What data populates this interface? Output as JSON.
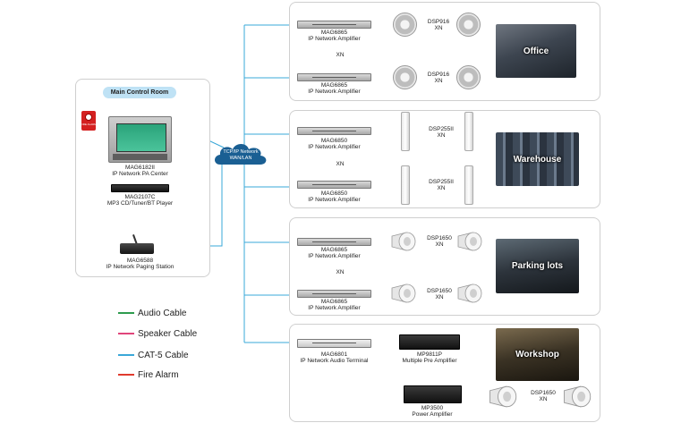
{
  "main_room": {
    "title": "Main Control Room"
  },
  "devices": {
    "pa_center_model": "MAG6182II",
    "pa_center_desc": "IP Network PA Center",
    "cd_player_model": "MAG2107C",
    "cd_player_desc": "MP3 CD/Tuner/BT Player",
    "paging_model": "MAG6588",
    "paging_desc": "IP Network Paging Station",
    "alarm_text": "FIRE ALARM"
  },
  "network": {
    "line1": "TCP/IP Network",
    "line2": "WAN/LAN"
  },
  "zones": [
    {
      "photo_label": "Office",
      "amp1_model": "MAG6865",
      "amp1_desc": "IP Network Amplifier",
      "amp2_model": "MAG6865",
      "amp2_desc": "IP Network Amplifier",
      "between": "XN",
      "spk1_model": "DSP916",
      "spk1_qty": "XN",
      "spk2_model": "DSP916",
      "spk2_qty": "XN"
    },
    {
      "photo_label": "Warehouse",
      "amp1_model": "MAG6850",
      "amp1_desc": "IP Network Amplifier",
      "amp2_model": "MAG6850",
      "amp2_desc": "IP Network Amplifier",
      "between": "XN",
      "spk1_model": "DSP255II",
      "spk1_qty": "XN",
      "spk2_model": "DSP255II",
      "spk2_qty": "XN"
    },
    {
      "photo_label": "Parking lots",
      "amp1_model": "MAG6865",
      "amp1_desc": "IP Network Amplifier",
      "amp2_model": "MAG6865",
      "amp2_desc": "IP Network Amplifier",
      "between": "XN",
      "spk1_model": "DSP1650",
      "spk1_qty": "XN",
      "spk2_model": "DSP1650",
      "spk2_qty": "XN"
    },
    {
      "photo_label": "Workshop",
      "terminal_model": "MAG6801",
      "terminal_desc": "IP Network Audio Terminal",
      "pre_model": "MP9811P",
      "pre_desc": "Multiple Pre Amplifier",
      "power_model": "MP3500",
      "power_desc": "Power Amplifier",
      "spk_model": "DSP1650",
      "spk_qty": "XN"
    }
  ],
  "legend": [
    {
      "label": "Audio Cable",
      "color": "#2e9b4e"
    },
    {
      "label": "Speaker Cable",
      "color": "#e0457b"
    },
    {
      "label": "CAT-5 Cable",
      "color": "#3aa8d8"
    },
    {
      "label": "Fire  Alarm",
      "color": "#e03b2e"
    }
  ],
  "colors": {
    "cat5": "#3aa8d8",
    "speaker": "#e0457b",
    "audio": "#2e9b4e",
    "alarm": "#e03b2e",
    "cloud": "#1a5f93"
  }
}
